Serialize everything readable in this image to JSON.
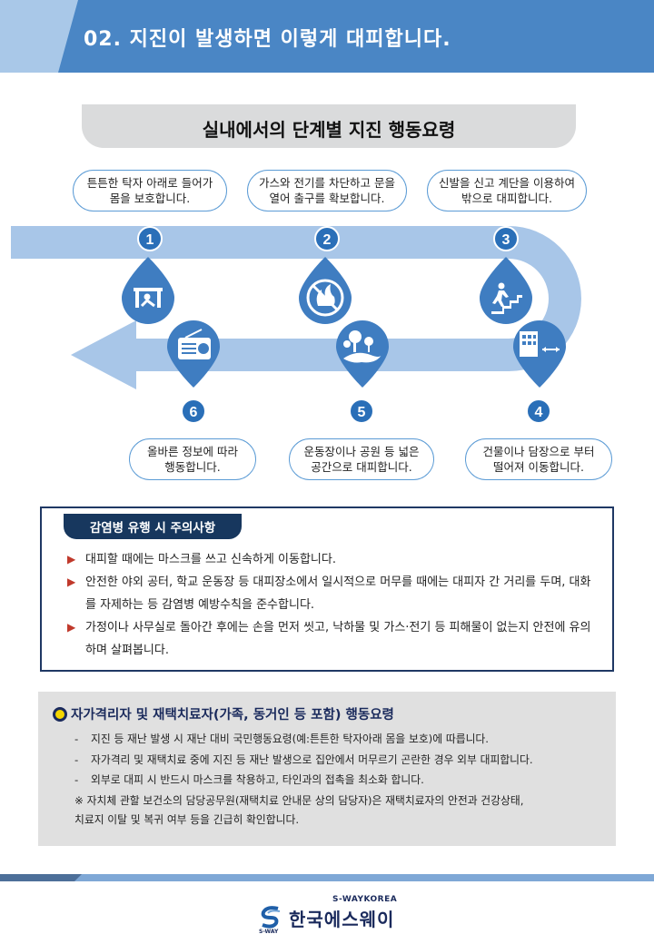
{
  "header": {
    "title": "02. 지진이 발생하면 이렇게 대피합니다."
  },
  "subtitle": "실내에서의 단계별 지진 행동요령",
  "steps": [
    {
      "num": "1",
      "text": "튼튼한 탁자 아래로 들어가\n몸을 보호합니다.",
      "icon": "table-shelter-icon"
    },
    {
      "num": "2",
      "text": "가스와 전기를 차단하고 문을\n열어 출구를 확보합니다.",
      "icon": "gas-off-icon"
    },
    {
      "num": "3",
      "text": "신발을 신고 계단을 이용하여\n밖으로 대피합니다.",
      "icon": "stairs-exit-icon"
    },
    {
      "num": "4",
      "text": "건물이나 담장으로 부터\n떨어져 이동합니다.",
      "icon": "building-away-icon"
    },
    {
      "num": "5",
      "text": "운동장이나 공원 등 넓은\n공간으로 대피합니다.",
      "icon": "park-icon"
    },
    {
      "num": "6",
      "text": "올바른 정보에 따라\n행동합니다.",
      "icon": "radio-icon"
    }
  ],
  "notice": {
    "title": "감염병 유행 시 주의사항",
    "bullet": "▶",
    "items": [
      "대피할 때에는 마스크를 쓰고 신속하게 이동합니다.",
      "안전한 야외 공터, 학교 운동장 등 대피장소에서 일시적으로 머무를 때에는 대피자 간 거리를 두며, 대화를 자제하는 등 감염병 예방수칙을 준수합니다.",
      "가정이나 사무실로 돌아간 후에는 손을 먼저 씻고, 낙하물 및 가스·전기 등 피해물이 없는지 안전에 유의하며 살펴봅니다."
    ]
  },
  "quarantine": {
    "title": "자가격리자 및 재택치료자(가족, 동거인 등 포함) 행동요령",
    "dash": "-",
    "items": [
      "지진 등 재난 발생 시 재난 대비 국민행동요령(예:튼튼한 탁자아래 몸을 보호)에 따릅니다.",
      "자가격리 및 재택치료 중에 지진 등 재난 발생으로 집안에서 머무르기 곤란한 경우 외부 대피합니다.",
      "외부로 대피 시 반드시 마스크를 착용하고, 타인과의 접촉을 최소화 합니다."
    ],
    "note_line1": "※ 자치체 관할 보건소의 담당공무원(재택치료 안내문 상의 담당자)은 재택치료자의 안전과 건강상태,",
    "note_line2": "치료지 이탈 및 복귀 여부 등을 긴급히 확인합니다."
  },
  "footer": {
    "brand_en": "S-WAYKOREA",
    "brand_ko": "한국에스웨이",
    "brand_mark_text": "S-WAY"
  },
  "colors": {
    "header_light": "#a9c8e8",
    "header_dark": "#4a86c5",
    "arrow": "#a8c6e8",
    "drop": "#3f7dc1",
    "step_circle": "#2a6fb8",
    "notice_navy": "#17375e"
  }
}
